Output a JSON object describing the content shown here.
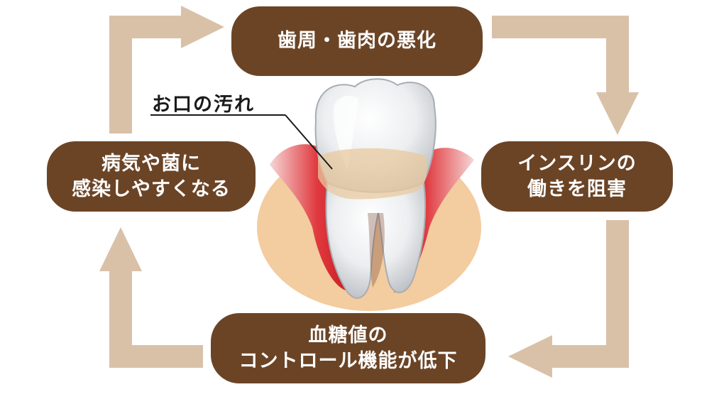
{
  "cycle": {
    "top": "歯周・歯肉の悪化",
    "right": [
      "インスリンの",
      "働きを阻害"
    ],
    "bottom": [
      "血糖値の",
      "コントロール機能が低下"
    ],
    "left": [
      "病気や菌に",
      "感染しやすくなる"
    ]
  },
  "callout": {
    "label": "お口の汚れ"
  },
  "colors": {
    "box": "#6b4426",
    "arrow": "#d9c1a8",
    "gum_base": "#f3cc9f",
    "gum_inflamed": "#d1262b",
    "plaque": "#e8c99f"
  }
}
